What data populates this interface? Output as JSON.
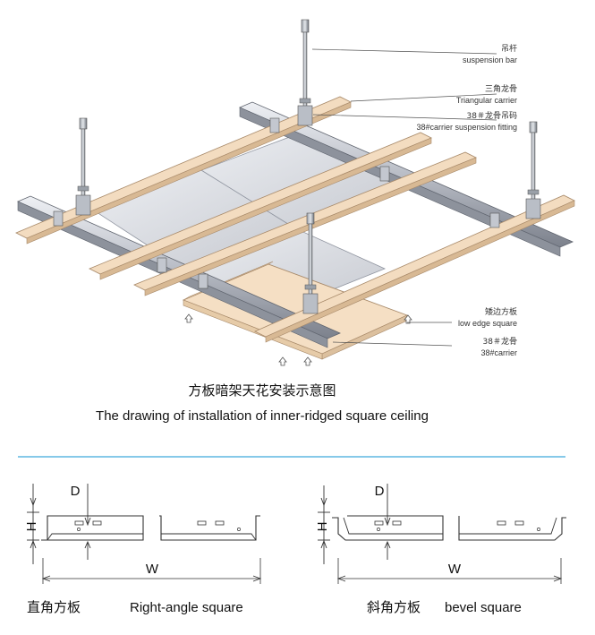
{
  "labels": {
    "suspension_bar_cn": "吊杆",
    "suspension_bar_en": "suspension bar",
    "triangular_carrier_cn": "三角龙骨",
    "triangular_carrier_en": "Triangular carrier",
    "carrier_fitting_cn": "38＃龙骨吊码",
    "carrier_fitting_en": "38#carrier suspension fitting",
    "low_edge_cn": "矮边方板",
    "low_edge_en": "low edge square",
    "carrier38_cn": "38＃龙骨",
    "carrier38_en": "38#carrier"
  },
  "title": {
    "cn": "方板暗架天花安装示意图",
    "en": "The drawing of installation of inner-ridged square ceiling"
  },
  "profiles": {
    "left": {
      "d": "D",
      "h": "H",
      "w": "W",
      "caption_cn": "直角方板",
      "caption_en": "Right-angle square"
    },
    "right": {
      "d": "D",
      "h": "H",
      "w": "W",
      "caption_cn": "斜角方板",
      "caption_en": "bevel square"
    }
  },
  "colors": {
    "wood": "#f3dcc0",
    "wood_edge": "#b89a78",
    "metal": "#c9ccd3",
    "metal_dark": "#6f7480",
    "panel": "#dfe1e6",
    "separator": "#3fa9dc"
  }
}
